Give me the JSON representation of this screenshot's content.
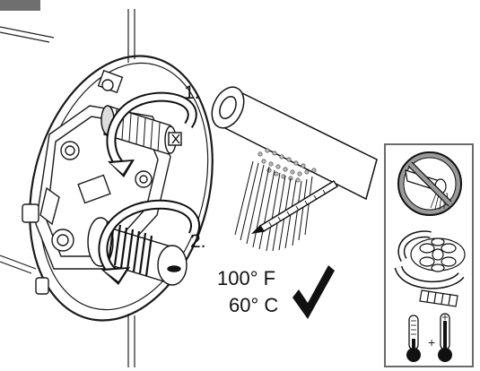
{
  "labels": {
    "step_1": "1.",
    "step_2": "2.",
    "temp_fahrenheit": "100° F",
    "temp_celsius": "60° C",
    "plus": "+"
  },
  "icons": {
    "check": "check-mark-icon",
    "no_spray": "no-spray-prohibition-icon",
    "cartridge_rotate": "cartridge-rotate-icon",
    "thermometer_cold": "thermometer-low-icon",
    "thermometer_hot": "thermometer-high-icon",
    "thermometer_probe": "thermometer-probe-icon",
    "hand_shower": "hand-shower-icon"
  },
  "colors": {
    "ink": "#111111",
    "panel_border": "#6a6a6a",
    "corner_tab": "#6f6f6f",
    "prohibition_fill": "#9a9a9a"
  }
}
